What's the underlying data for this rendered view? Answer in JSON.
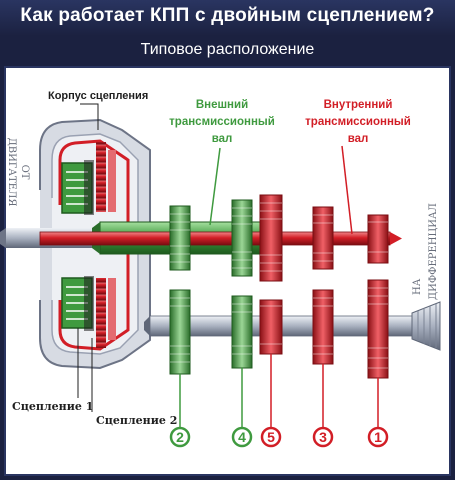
{
  "header": {
    "title": "Как работает КПП с двойным сцеплением?",
    "subtitle": "Типовое расположение"
  },
  "labels": {
    "clutch_housing": "Корпус сцепления",
    "outer_shaft_line1": "Внешний",
    "outer_shaft_line2": "трансмиссионный",
    "outer_shaft_line3": "вал",
    "inner_shaft_line1": "Внутренний",
    "inner_shaft_line2": "трансмиссионный",
    "inner_shaft_line3": "вал",
    "from_engine_line1": "ОТ",
    "from_engine_line2": "ДВИГАТЕЛЯ",
    "to_diff_line1": "НА",
    "to_diff_line2": "ДИФФЕРЕНЦИАЛ",
    "clutch1": "Сцепление 1",
    "clutch2": "Сцепление 2"
  },
  "gears": [
    {
      "number": "2",
      "color": "#3f9a3f"
    },
    {
      "number": "4",
      "color": "#3f9a3f"
    },
    {
      "number": "5",
      "color": "#d21e26"
    },
    {
      "number": "3",
      "color": "#d21e26"
    },
    {
      "number": "1",
      "color": "#d21e26"
    }
  ],
  "colors": {
    "background": "#1b2140",
    "green": "#3f9a3f",
    "red": "#d21e26",
    "steel": "#9aa3b4"
  }
}
